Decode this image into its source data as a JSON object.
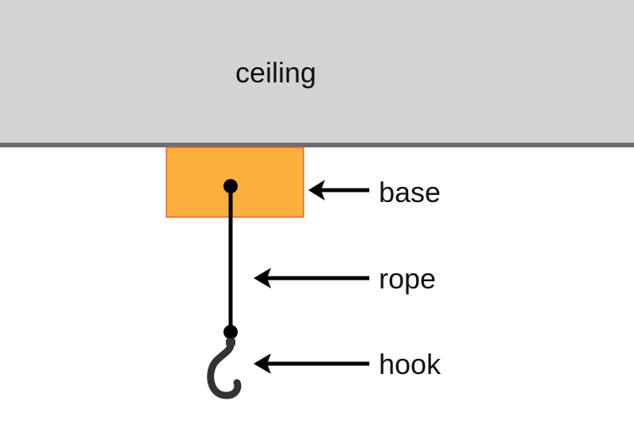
{
  "labels": {
    "ceiling": "ceiling",
    "base": "base",
    "rope": "rope",
    "hook": "hook"
  },
  "colors": {
    "ceiling_fill": "#d3d3d5",
    "ceiling_edge": "#6e6e70",
    "base_fill": "#fbb03b",
    "base_stroke": "#e8623a",
    "rope": "#000000",
    "hook": "#333333",
    "arrow": "#000000"
  },
  "icons": {
    "hook": "hook-icon",
    "arrow": "arrow-left-icon"
  }
}
